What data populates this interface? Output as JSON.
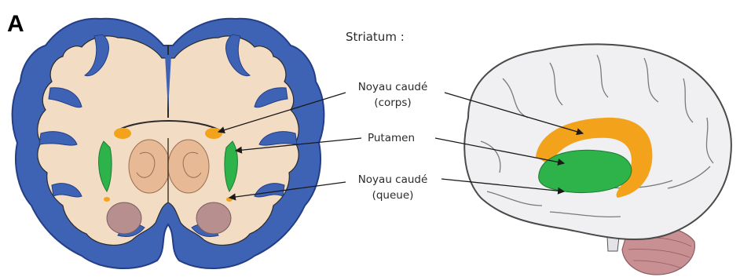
{
  "figure": {
    "panel_letter": "A",
    "title": "Striatum :",
    "labels": {
      "caudate_body_line1": "Noyau caudé",
      "caudate_body_line2": "(corps)",
      "putamen": "Putamen",
      "caudate_tail_line1": "Noyau caudé",
      "caudate_tail_line2": "(queue)"
    }
  },
  "colors": {
    "cortex": "#3f63b4",
    "cortex_edge": "#233e86",
    "white_matter": "#f3dcc4",
    "caudate": "#f2a31b",
    "putamen": "#2db34a",
    "thalamus": "#e8b995",
    "amygdala": "#b78f8f",
    "hemisphere": "#f0f0f2",
    "cerebellum": "#c99094"
  }
}
